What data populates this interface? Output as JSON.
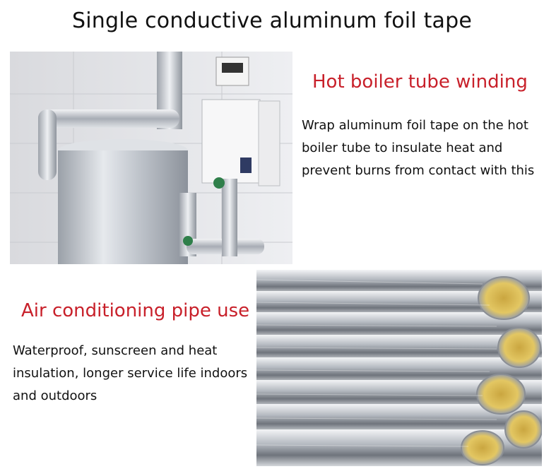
{
  "title": "Single conductive aluminum foil tape",
  "sections": [
    {
      "heading": "Hot boiler tube winding",
      "text": "Wrap aluminum foil tape on the hot boiler tube to insulate heat and prevent burns from contact with this",
      "image": "boiler-with-foil-wrapped-pipes"
    },
    {
      "heading": "Air conditioning pipe use",
      "text": "Waterproof, sunscreen and heat insulation, longer service life indoors and outdoors",
      "image": "stacked-foil-insulated-ducts"
    }
  ],
  "colors": {
    "heading": "#c8202a",
    "text": "#111111",
    "background": "#ffffff"
  }
}
